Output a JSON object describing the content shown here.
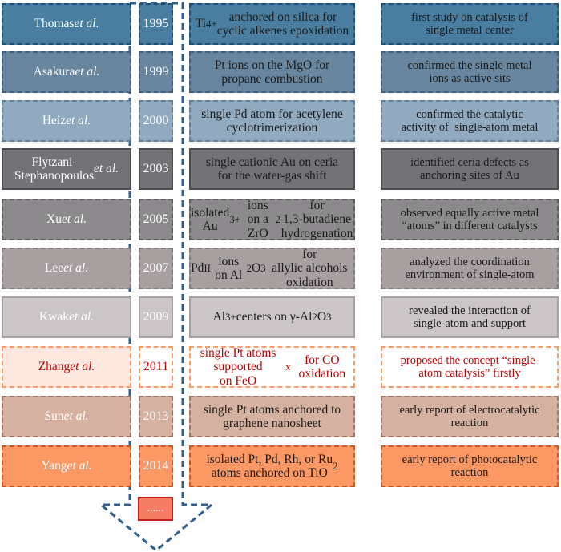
{
  "colors": {
    "r0": "#4a7ea0",
    "r1": "#6886a0",
    "r2": "#92aabf",
    "r3": "#737377",
    "r4": "#8c8a8c",
    "r5": "#a8a0a0",
    "r6": "#cbc5c7",
    "r7_border": "#ff9966",
    "r7_fill": "#fce8df",
    "r8": "#d6b0a0",
    "r9": "#fb9864",
    "arrow": "#2d5f8f",
    "dots_fill": "#f47d64",
    "dots_border": "#c02020",
    "red_text": "#c00000"
  },
  "rows": [
    {
      "author_html": "Thomas <i>et al.</i>",
      "year": "1995",
      "description_html": "Ti<sup>4+</sup> anchored on silica for<br>cyclic alkenes epoxidation",
      "result_html": "first study on catalysis of<br>single metal center"
    },
    {
      "author_html": "Asakura <i>et al.</i>",
      "year": "1999",
      "description_html": "Pt ions on the MgO for<br>propane combustion",
      "result_html": "confirmed the single metal<br>ions as active sits"
    },
    {
      "author_html": "Heiz <i>et al.</i>",
      "year": "2000",
      "description_html": "single Pd atom for acetylene<br>cyclotrimerization",
      "result_html": "confirmed the catalytic<br>activity of&nbsp; single-atom metal"
    },
    {
      "author_html": "Flytzani-<br>Stephanopoulos <i>et al.</i>",
      "year": "2003",
      "description_html": "single cationic Au on ceria<br>for the water-gas shift",
      "result_html": "identified ceria defects as<br>anchoring sites of Au"
    },
    {
      "author_html": "Xu <i>et al.</i>",
      "year": "2005",
      "description_html": "isolated Au<sup>3+</sup> ions on a ZrO<sub>2</sub> for<br>1,3-butadiene hydrogenation",
      "result_html": "observed equally active metal<br>“atoms” in different catalysts"
    },
    {
      "author_html": "Lee <i>et al.</i>",
      "year": "2007",
      "description_html": "Pd<sup>II</sup> ions on Al<sub>2</sub>O<sub>3</sub> for<br>allylic alcohols oxidation",
      "result_html": "analyzed the coordination<br>environment of single-atom"
    },
    {
      "author_html": "Kwak <i>et al.</i>",
      "year": "2009",
      "description_html": "Al<sup>3+</sup> centers on γ-Al<sub>2</sub>O<sub>3</sub>",
      "result_html": "revealed the interaction of<br>single-atom and support"
    },
    {
      "author_html": "Zhang <i>et al.</i>",
      "year": "2011",
      "description_html": "single Pt atoms supported<br>on FeO<sub>x</sub> for CO oxidation",
      "result_html": "proposed the concept “single-<br>atom catalysis” firstly"
    },
    {
      "author_html": "Sun <i>et al.</i>",
      "year": "2013",
      "description_html": "single Pt atoms anchored to<br>graphene nanosheet",
      "result_html": "early report of electrocatalytic<br>reaction"
    },
    {
      "author_html": "Yang <i>et al.</i>",
      "year": "2014",
      "description_html": "isolated Pt, Pd, Rh, or Ru<br>atoms anchored on TiO<sub>2</sub>",
      "result_html": "early report of photocatalytic<br>reaction"
    }
  ],
  "continuation": "......"
}
